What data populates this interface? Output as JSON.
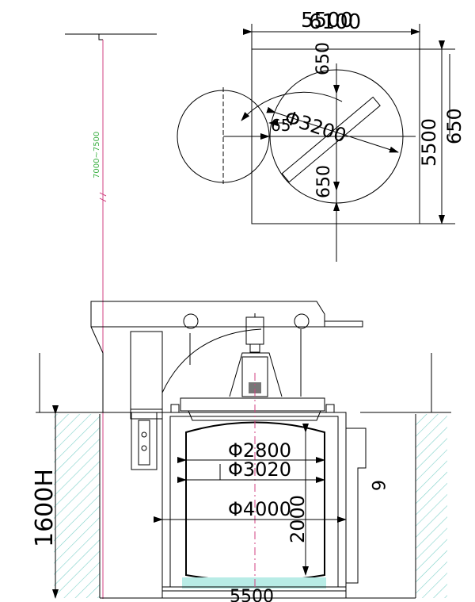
{
  "colors": {
    "line": "#000000",
    "hatch": "#7fd1c9",
    "centerline": "#d04080",
    "height_label": "#3cb043",
    "water": "#b8ece6"
  },
  "top_view": {
    "dims": {
      "width_top": "5500",
      "width_top_b": "6100",
      "offset_650": "650",
      "height_right": "5500",
      "height_right_b": "650",
      "diameter": "Φ3200",
      "offset_65": "65",
      "offset_650_b": "650"
    }
  },
  "elevation": {
    "height_range": "7000~7500",
    "pit_depth": "1600H",
    "dia_2800": "Φ2800",
    "dia_3020": "Φ3020",
    "dia_4000": "Φ4000",
    "inner_height": "2000",
    "base_width": "5500",
    "side_label": "6"
  }
}
